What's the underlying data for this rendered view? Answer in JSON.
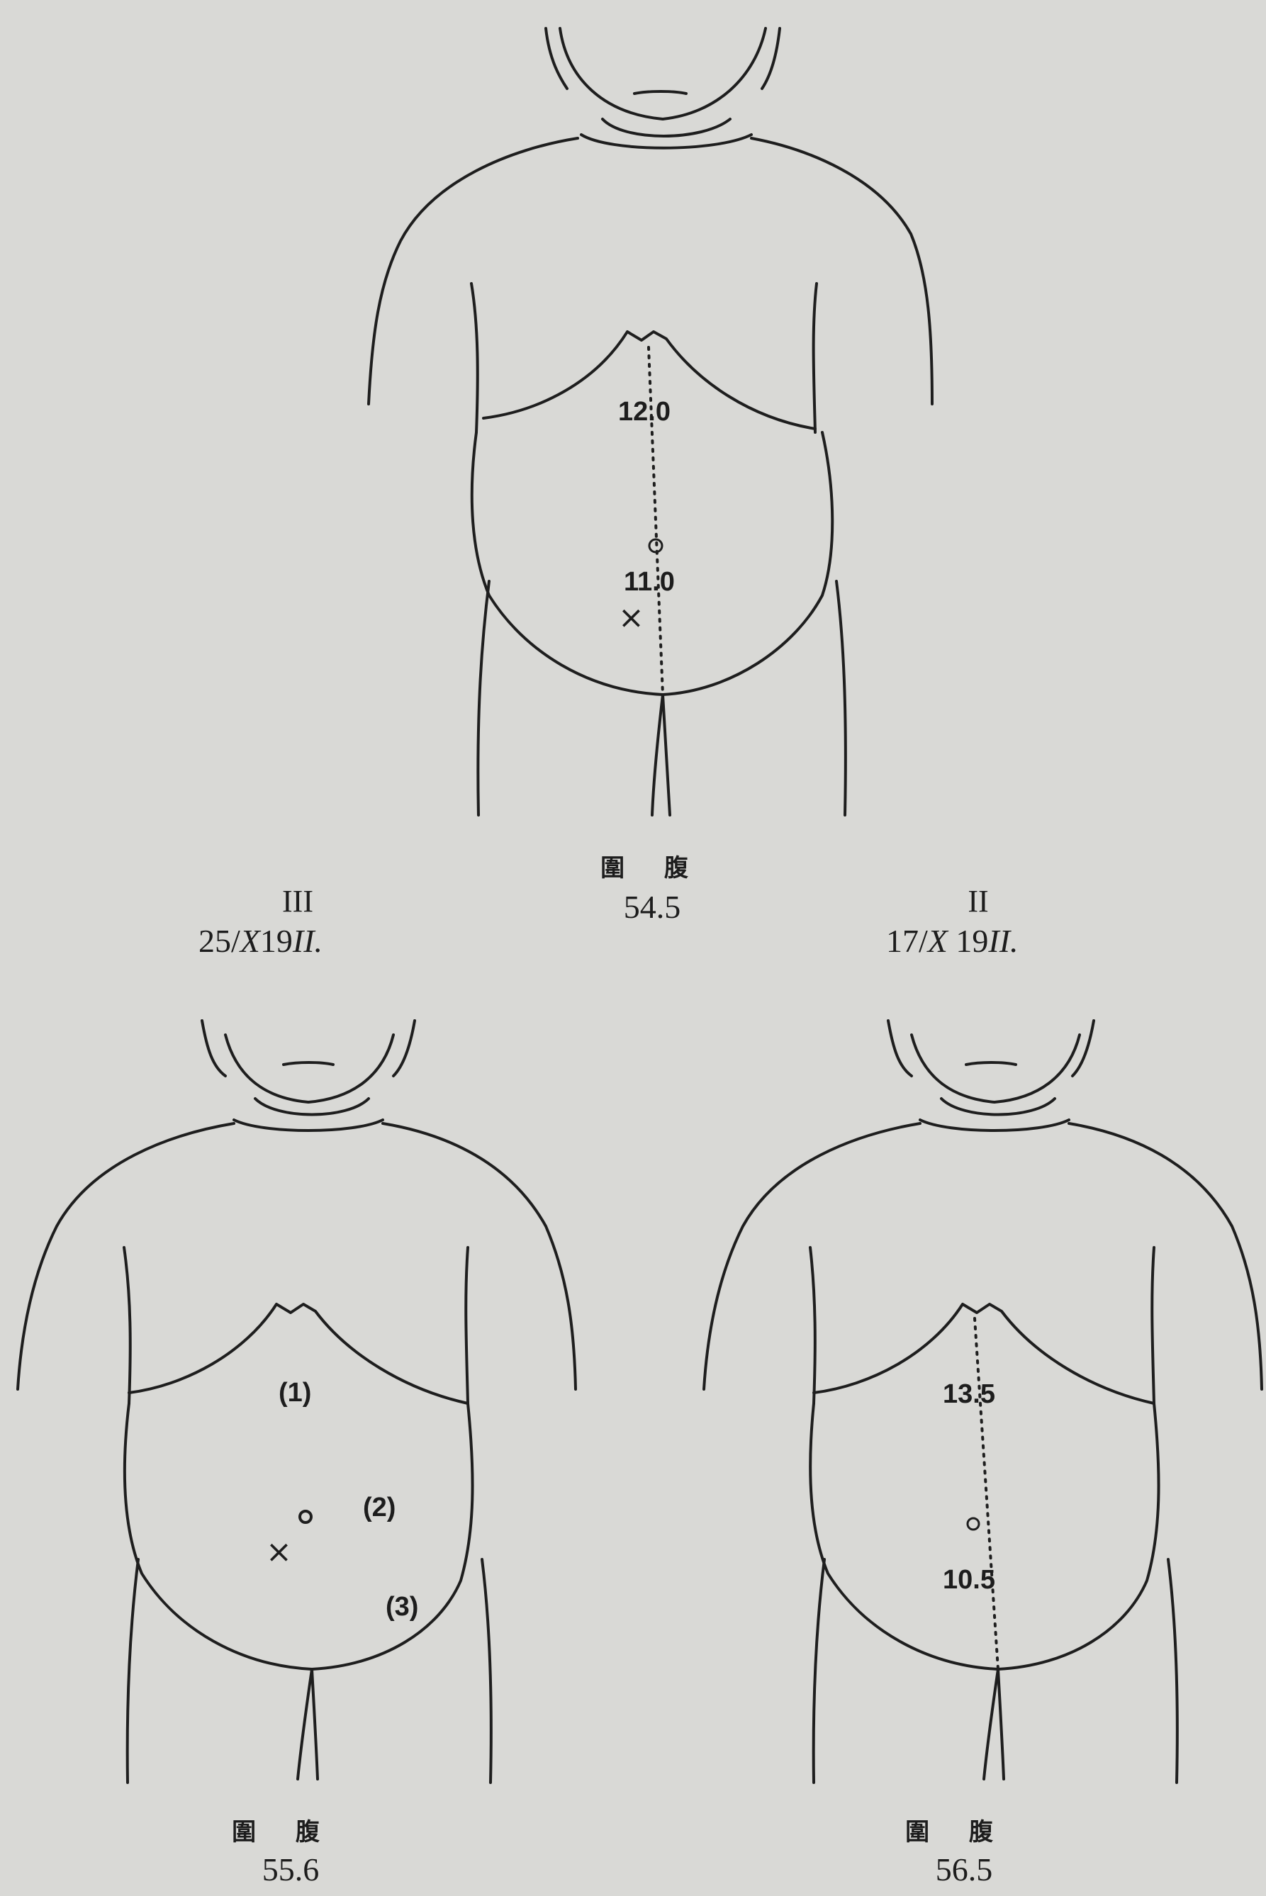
{
  "top_figure": {
    "upper_measurement": "12.0",
    "lower_measurement": "11.0",
    "caption_kanji": "圍 腹",
    "caption_value": "54.5"
  },
  "left_figure": {
    "roman": "III",
    "date_prefix": "25/",
    "date_italic": "X",
    "date_mid": "19",
    "date_italic2": "II.",
    "region_1": "(1)",
    "region_2": "(2)",
    "region_3": "(3)",
    "caption_kanji": "圍 腹",
    "caption_value": "55.6"
  },
  "right_figure": {
    "roman": "II",
    "date_prefix": "17/",
    "date_italic": "X",
    "date_mid": " 19",
    "date_italic2": "II.",
    "upper_measurement": "13.5",
    "lower_measurement": "10.5",
    "caption_kanji": "圍 腹",
    "caption_value": "56.5"
  },
  "marks": {
    "cross": "×"
  }
}
